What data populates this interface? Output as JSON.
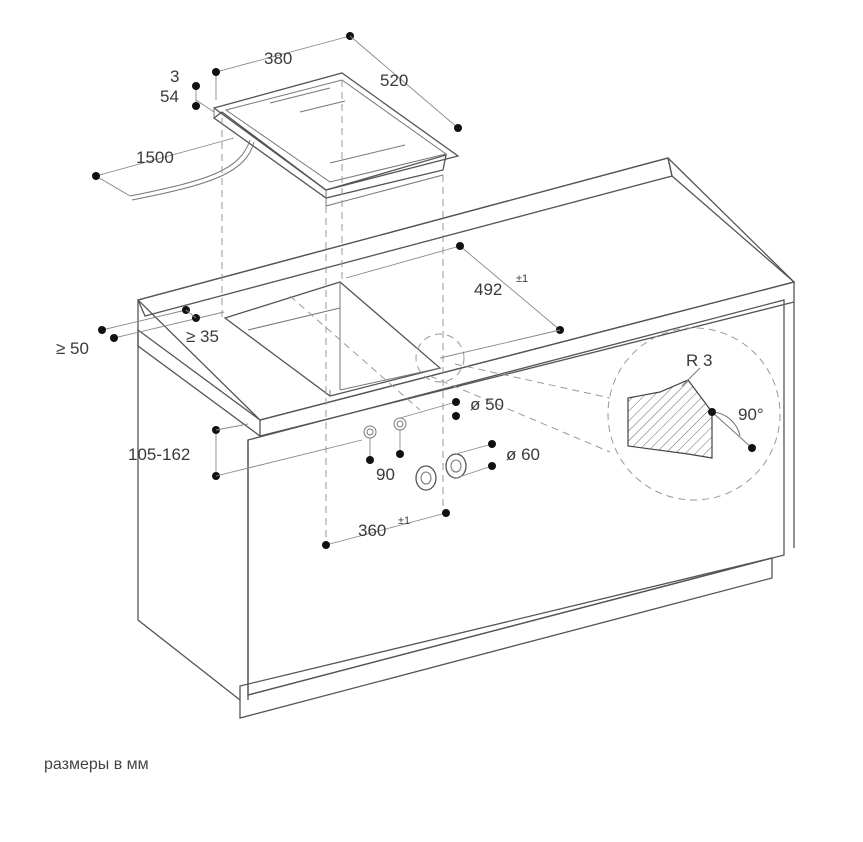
{
  "dimensions": {
    "width_hob": "380",
    "depth_hob": "520",
    "thickness_top": "3",
    "height_hob": "54",
    "cable": "1500",
    "cutout_depth": "492",
    "cutout_depth_tol": "±1",
    "min_back": "≥ 50",
    "min_side": "≥ 35",
    "cabinet_height": "105-162",
    "pipe_dia": "ø 50",
    "pipe_dia_large": "ø 60",
    "pipe_offset": "90",
    "cutout_width": "360",
    "cutout_width_tol": "±1",
    "radius": "R 3",
    "angle": "90°"
  },
  "caption": "размеры в мм"
}
